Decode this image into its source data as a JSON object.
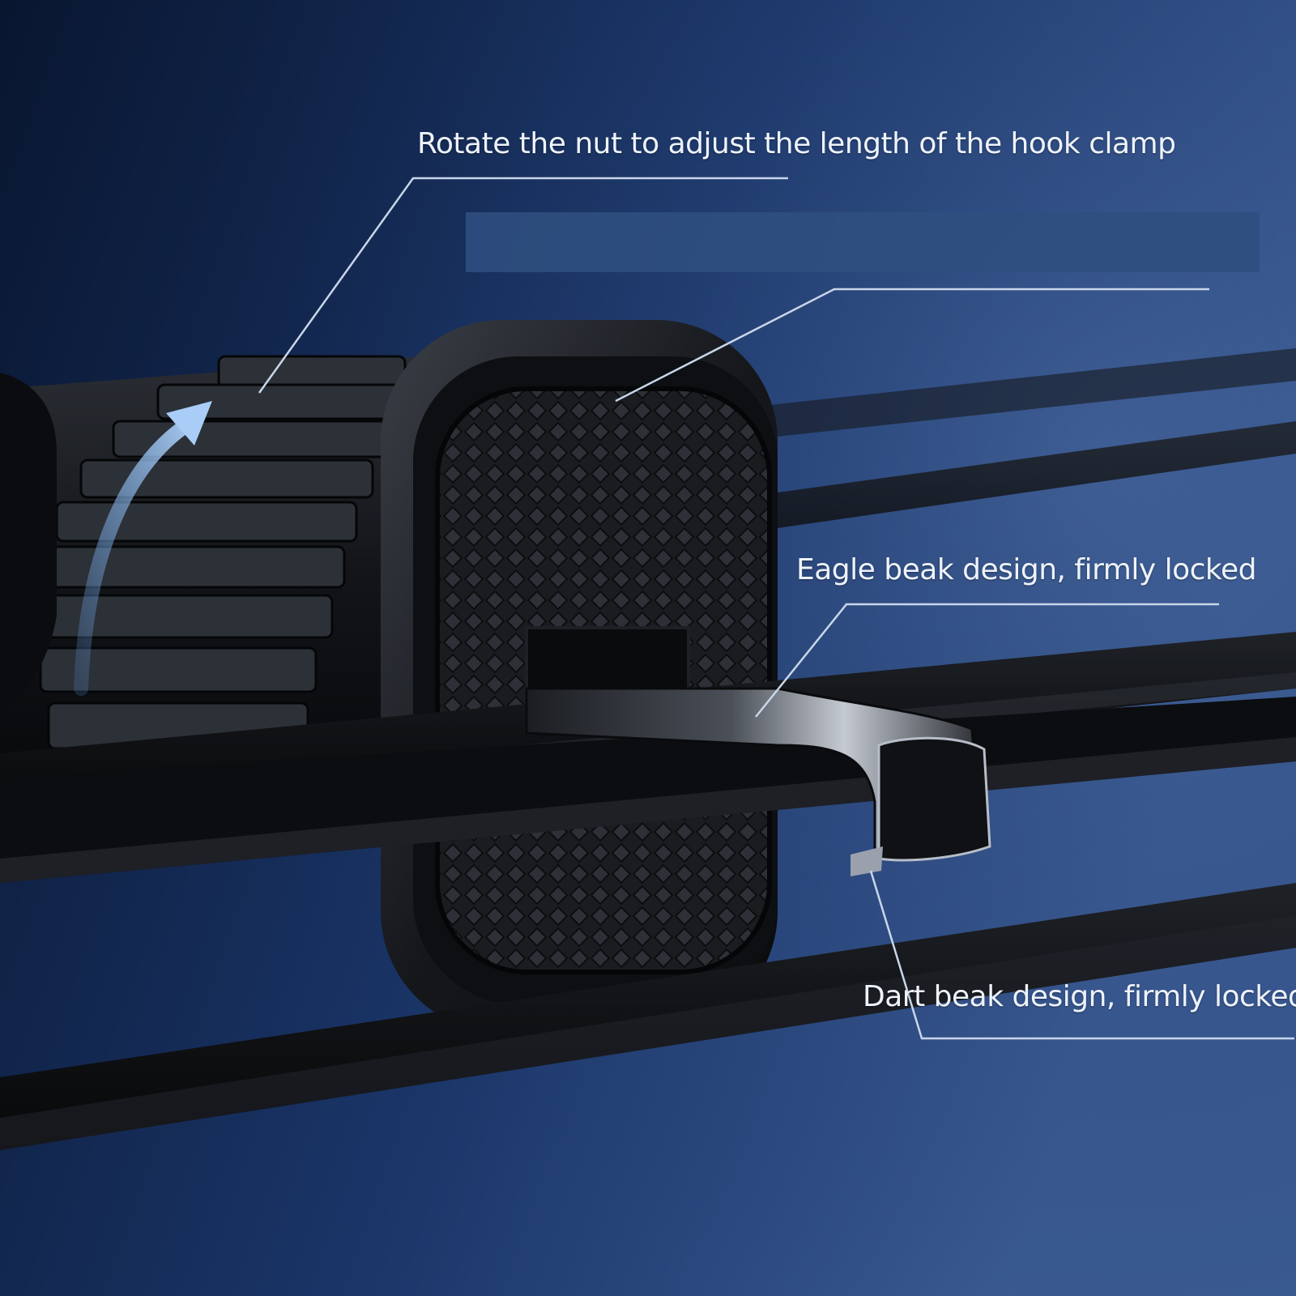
{
  "callouts": {
    "nut": "Rotate the nut to adjust the length of the hook clamp",
    "eagle": "Eagle beak design, firmly locked",
    "dart": "Dart beak design, firmly locked"
  },
  "colors": {
    "background_dark": "#0c1a35",
    "background_mid": "#1d3a70",
    "background_light": "#3b5a90",
    "label_bar": "#2f4f7f",
    "leader_line": "#c9d6ea",
    "arrow": "#7fb3ee",
    "body_dark": "#111419",
    "vent_slat": "#15171c"
  },
  "icons": {
    "rotate_arrow": "rotate-arrow-icon"
  }
}
